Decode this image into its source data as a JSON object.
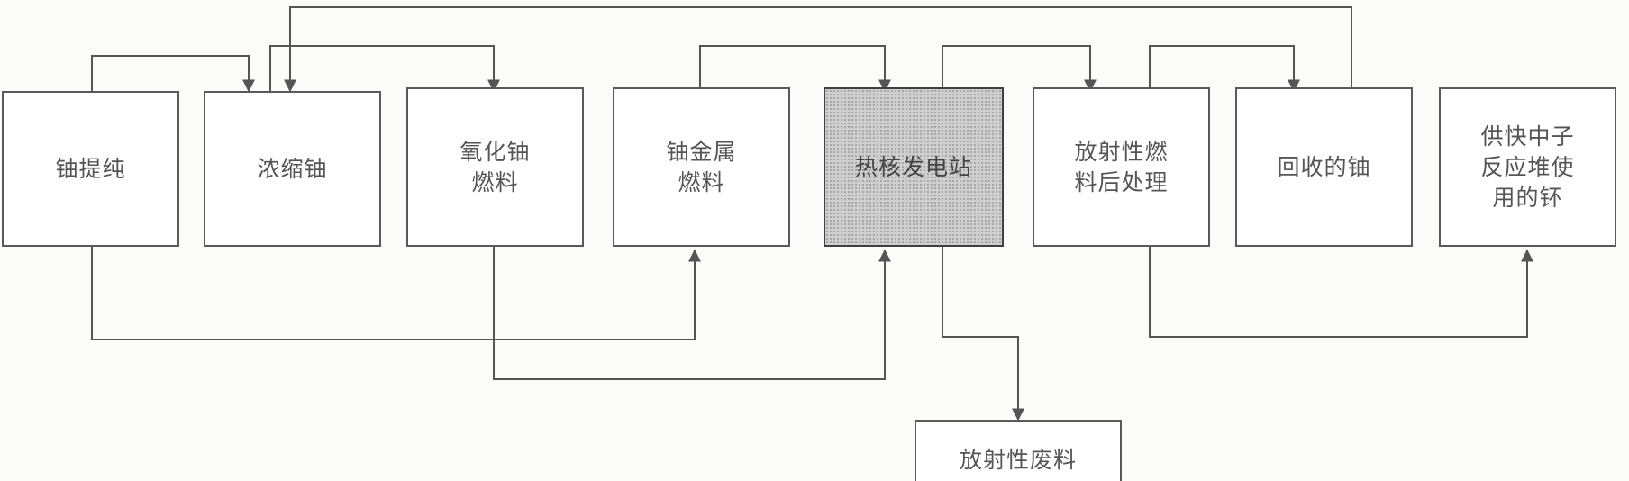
{
  "diagram": {
    "nodes": [
      {
        "id": "uranium-purification",
        "label": "铀提纯"
      },
      {
        "id": "enriched-uranium",
        "label": "浓缩铀"
      },
      {
        "id": "uranium-oxide-fuel",
        "label": "氧化铀\n燃料"
      },
      {
        "id": "uranium-metal-fuel",
        "label": "铀金属\n燃料"
      },
      {
        "id": "thermal-nuclear-plant",
        "label": "热核发电站"
      },
      {
        "id": "radioactive-fuel-reprocessing",
        "label": "放射性燃\n料后处理"
      },
      {
        "id": "recovered-uranium",
        "label": "回收的铀"
      },
      {
        "id": "plutonium-for-fast-reactor",
        "label": "供快中子\n反应堆使\n用的钚"
      },
      {
        "id": "radioactive-waste",
        "label": "放射性废料"
      }
    ],
    "edges": [
      {
        "from": "uranium-purification",
        "to": "enriched-uranium"
      },
      {
        "from": "enriched-uranium",
        "to": "uranium-oxide-fuel"
      },
      {
        "from": "uranium-metal-fuel",
        "to": "thermal-nuclear-plant"
      },
      {
        "from": "radioactive-fuel-reprocessing",
        "to": "recovered-uranium"
      },
      {
        "from": "thermal-nuclear-plant",
        "to": "radioactive-fuel-reprocessing"
      },
      {
        "from": "recovered-uranium",
        "to": "enriched-uranium"
      },
      {
        "from": "uranium-purification",
        "to": "uranium-metal-fuel"
      },
      {
        "from": "uranium-oxide-fuel",
        "to": "thermal-nuclear-plant"
      },
      {
        "from": "thermal-nuclear-plant",
        "to": "radioactive-waste"
      },
      {
        "from": "radioactive-fuel-reprocessing",
        "to": "plutonium-for-fast-reactor"
      }
    ],
    "colors": {
      "line": "#555555",
      "box_border": "#5a5a5a",
      "highlight_fill": "#cfcfcf"
    }
  }
}
